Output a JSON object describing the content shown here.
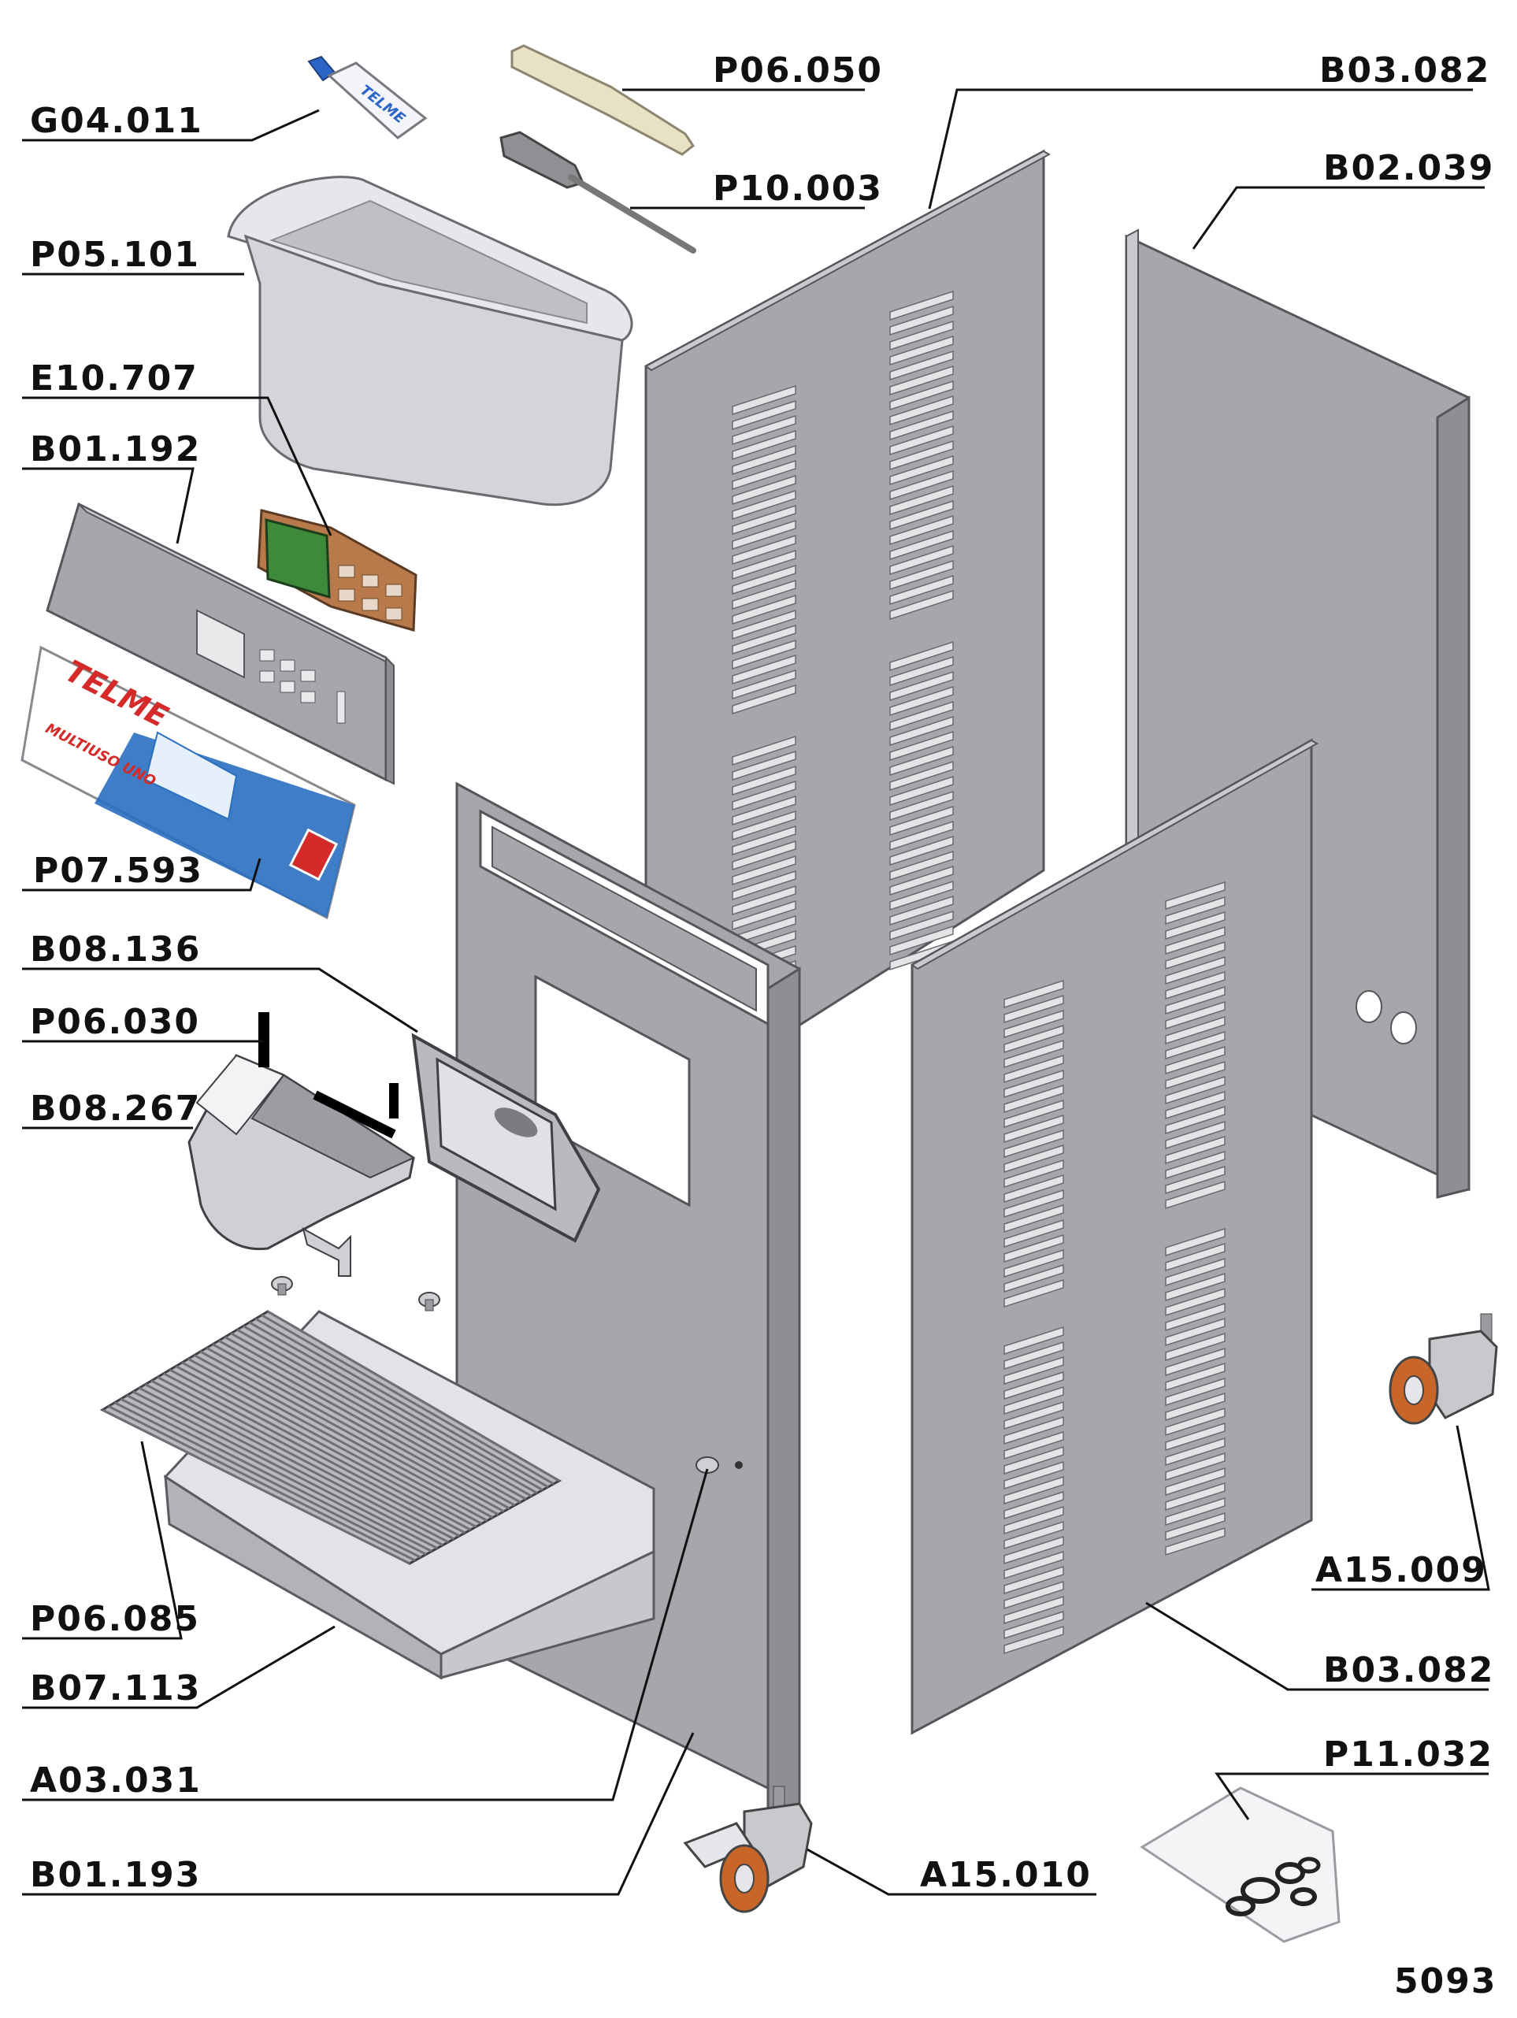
{
  "labels": {
    "g04_011": "G04.011",
    "p06_050": "P06.050",
    "b03_082_top": "B03.082",
    "b02_039": "B02.039",
    "p10_003": "P10.003",
    "p05_101": "P05.101",
    "e10_707": "E10.707",
    "b01_192": "B01.192",
    "p07_593": "P07.593",
    "b08_136": "B08.136",
    "p06_030": "P06.030",
    "b08_267": "B08.267",
    "a15_009": "A15.009",
    "p06_085": "P06.085",
    "b03_082_bottom": "B03.082",
    "b07_113": "B07.113",
    "p11_032": "P11.032",
    "a03_031": "A03.031",
    "b01_193": "B01.193",
    "a15_010": "A15.010"
  },
  "drawing_number": "5093",
  "part_markings": {
    "tube_brand": "TELME",
    "panel_brand": "TELME",
    "panel_model": "MULTIUSO UNO"
  },
  "colors": {
    "panel": "#a6a6ab",
    "panel_edge": "#55565a",
    "control_panel_blue": "#2a6fc0",
    "brand_red": "#d42a2a",
    "wheel_orange": "#c8662a",
    "pcb_copper": "#b87a4b",
    "lcd_green": "#3d8a3a"
  }
}
